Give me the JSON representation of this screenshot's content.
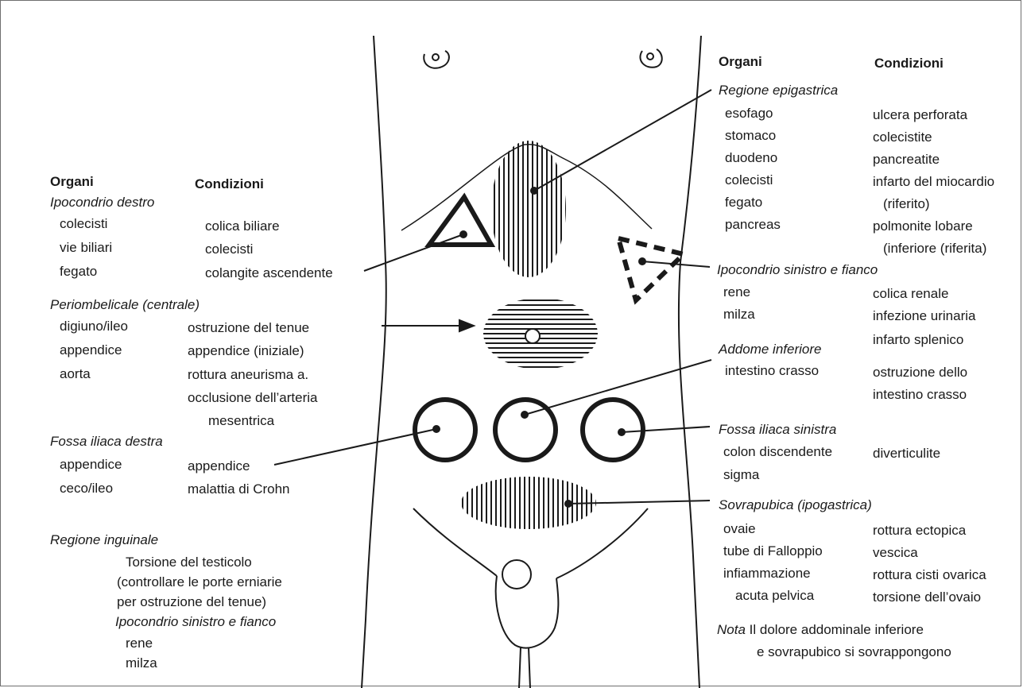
{
  "left": {
    "header_organs": "Organi",
    "header_conditions": "Condizioni",
    "sections": [
      {
        "title": "Ipocondrio destro",
        "organs": [
          "colecisti",
          "vie biliari",
          "fegato"
        ],
        "conditions": [
          "colica biliare",
          "colecisti",
          "colangite ascendente"
        ]
      },
      {
        "title": "Periombelicale (centrale)",
        "organs": [
          "digiuno/ileo",
          "appendice",
          "aorta"
        ],
        "conditions": [
          "ostruzione del tenue",
          "appendice (iniziale)",
          "rottura aneurisma a.",
          "occlusione dell’arteria",
          "mesentrica"
        ]
      },
      {
        "title": "Fossa iliaca destra",
        "organs": [
          "appendice",
          "ceco/ileo"
        ],
        "conditions": [
          "appendice",
          "malattia di Crohn"
        ]
      },
      {
        "title": "Regione inguinale",
        "lines": [
          "Torsione del testicolo",
          "(controllare le porte erniarie",
          "per ostruzione del tenue)"
        ]
      },
      {
        "title": "Ipocondrio sinistro e fianco",
        "organs": [
          "rene",
          "milza"
        ]
      }
    ]
  },
  "right": {
    "header_organs": "Organi",
    "header_conditions": "Condizioni",
    "sections": [
      {
        "title": "Regione epigastrica",
        "organs": [
          "esofago",
          "stomaco",
          "duodeno",
          "colecisti",
          "fegato",
          "pancreas"
        ],
        "conditions": [
          "ulcera perforata",
          "colecistite",
          "pancreatite",
          "infarto del miocardio",
          "(riferito)",
          "polmonite lobare",
          "(inferiore (riferita)"
        ]
      },
      {
        "title": "Ipocondrio sinistro e fianco",
        "organs": [
          "rene",
          "milza"
        ],
        "conditions": [
          "colica renale",
          "infezione urinaria",
          "infarto splenico"
        ]
      },
      {
        "title": "Addome inferiore",
        "organs": [
          "intestino crasso"
        ],
        "conditions": [
          "ostruzione dello",
          "intestino crasso"
        ]
      },
      {
        "title": "Fossa iliaca sinistra",
        "organs": [
          "colon discendente",
          "sigma"
        ],
        "conditions": [
          "diverticulite"
        ]
      },
      {
        "title": "Sovrapubica (ipogastrica)",
        "organs": [
          "ovaie",
          "tube di Falloppio",
          "infiammazione",
          "acuta pelvica"
        ],
        "conditions": [
          "rottura ectopica",
          "vescica",
          "rottura cisti ovarica",
          "torsione dell’ovaio"
        ]
      }
    ],
    "note_label": "Nota",
    "note_lines": [
      "Il dolore addominale inferiore",
      "e sovrapubico si sovrappongono"
    ]
  }
}
